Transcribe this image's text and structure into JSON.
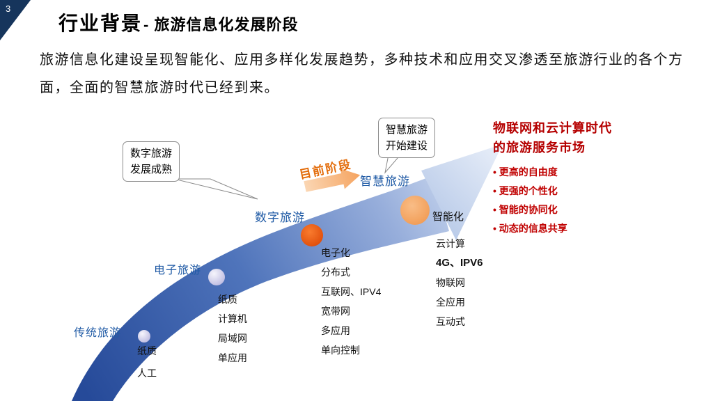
{
  "slide": {
    "page_number": "3"
  },
  "title": {
    "main": "行业背景",
    "sub": "- 旅游信息化发展阶段"
  },
  "intro": "旅游信息化建设呈现智能化、应用多样化发展趋势，多种技术和应用交叉渗透至旅游行业的各个方面，全面的智慧旅游时代已经到来。",
  "callouts": {
    "digital": {
      "line1": "数字旅游",
      "line2": "发展成熟"
    },
    "smart": {
      "line1": "智慧旅游",
      "line2": "开始建设"
    }
  },
  "current_stage": "目前阶段",
  "stages": [
    {
      "name": "传统旅游",
      "items": [
        "纸质",
        "人工"
      ]
    },
    {
      "name": "电子旅游",
      "items": [
        "纸质",
        "计算机",
        "局域网",
        "单应用"
      ]
    },
    {
      "name": "数字旅游",
      "items": [
        "电子化",
        "分布式",
        "互联网、IPV4",
        "宽带网",
        "多应用",
        "单向控制"
      ]
    },
    {
      "name": "智慧旅游",
      "badge": "智能化",
      "items": [
        "云计算",
        "4G、IPV6",
        "物联网",
        "全应用",
        "互动式"
      ]
    }
  ],
  "market": {
    "title_line1": "物联网和云计算时代",
    "title_line2": "的旅游服务市场",
    "bullets": [
      "更高的自由度",
      "更强的个性化",
      "智能的协同化",
      "动态的信息共享"
    ]
  },
  "colors": {
    "stage_label_blue": "#1f5aa5",
    "band_dark": "#264a99",
    "band_light": "#ccd9ef",
    "current_stage_orange": "#e36c0a",
    "market_red": "#c00000",
    "corner_navy": "#16355c",
    "dot_orange_dark": "#e8490f",
    "dot_orange_light": "#f2a159"
  }
}
